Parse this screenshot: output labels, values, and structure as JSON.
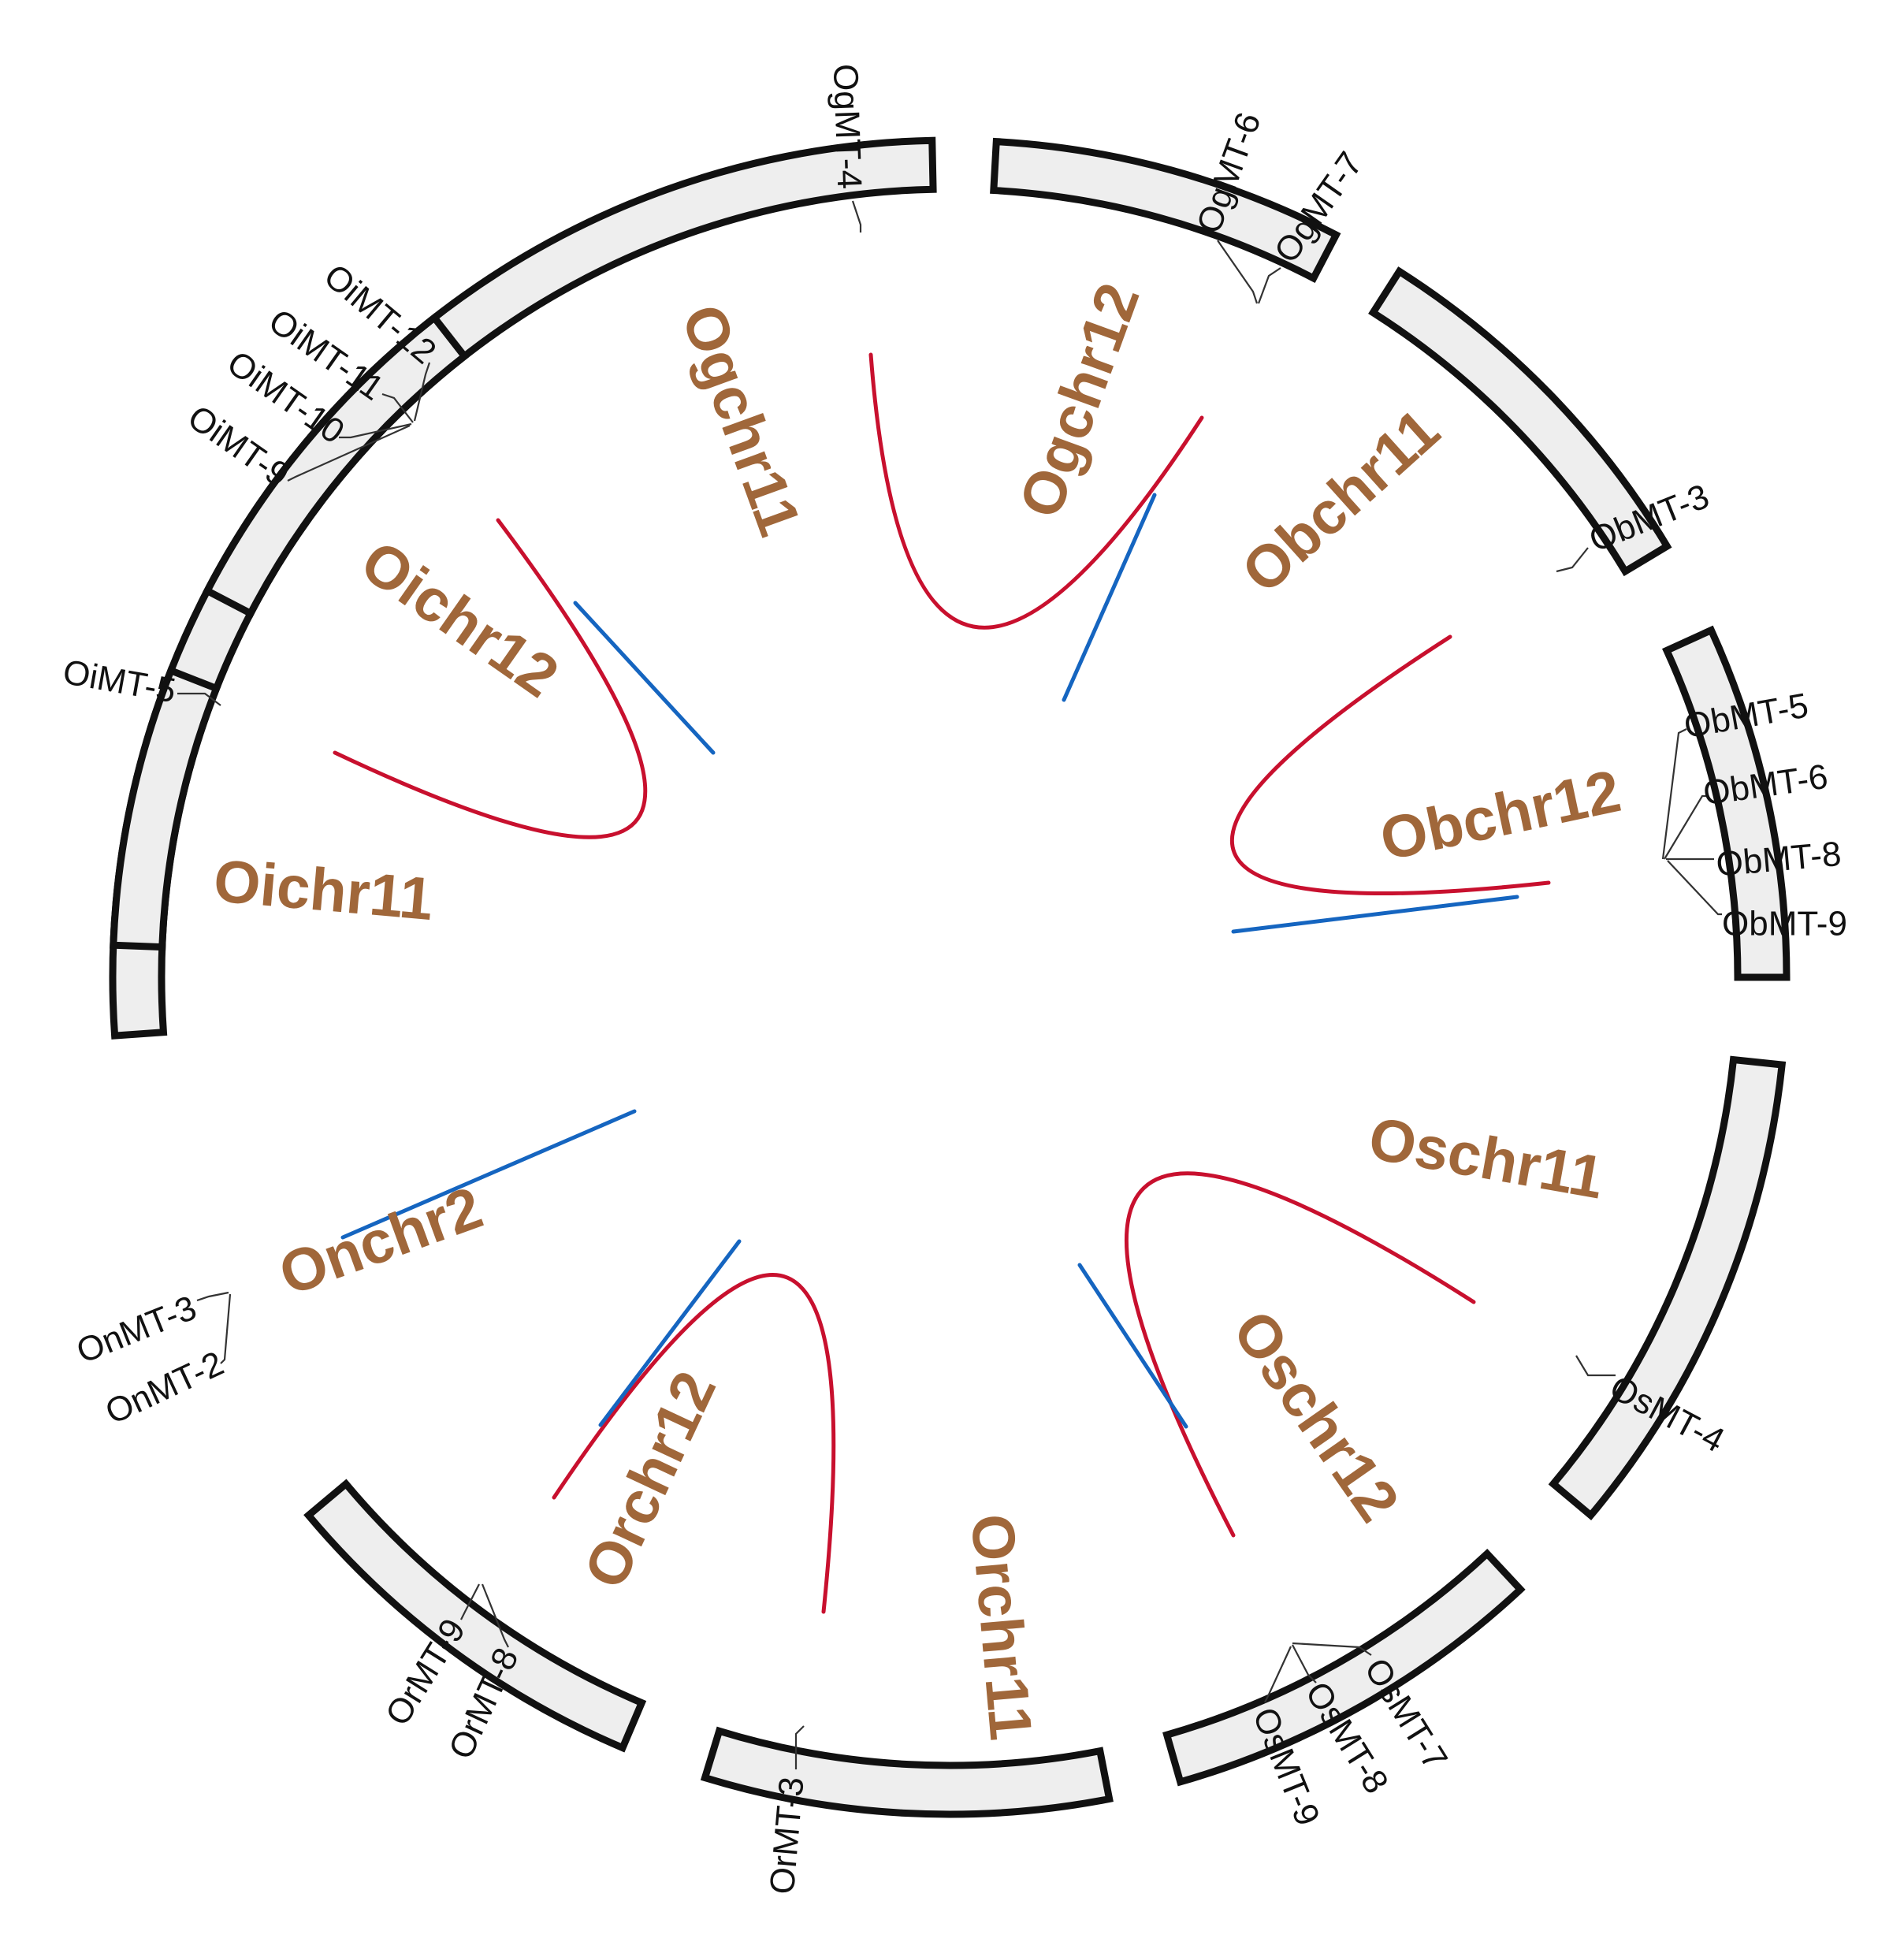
{
  "colors": {
    "segment_fill": "#eeeeee",
    "segment_stroke": "#111111",
    "chromosome_label": "#a0673a",
    "segmental_duplication": "#c8102e",
    "tandem_duplication": "#1565c0"
  },
  "chromosomes": [
    {
      "id": "Ogchr11",
      "label": "Ogchr11"
    },
    {
      "id": "Ogchr12",
      "label": "Ogchr12"
    },
    {
      "id": "Obchr11",
      "label": "Obchr11"
    },
    {
      "id": "Obchr12",
      "label": "Obchr12"
    },
    {
      "id": "Oschr11",
      "label": "Oschr11"
    },
    {
      "id": "Oschr12",
      "label": "Oschr12"
    },
    {
      "id": "Orchr11",
      "label": "Orchr11"
    },
    {
      "id": "Orchr12",
      "label": "Orchr12"
    },
    {
      "id": "Onchr2",
      "label": "Onchr2"
    },
    {
      "id": "Oichr11",
      "label": "Oichr11"
    },
    {
      "id": "Oichr12",
      "label": "Oichr12"
    }
  ],
  "genes": [
    {
      "name": "OgMT-4",
      "chromosome": "Ogchr11"
    },
    {
      "name": "OgMT-6",
      "chromosome": "Ogchr12"
    },
    {
      "name": "OgMT-7",
      "chromosome": "Ogchr12"
    },
    {
      "name": "ObMT-3",
      "chromosome": "Obchr11"
    },
    {
      "name": "ObMT-5",
      "chromosome": "Obchr12"
    },
    {
      "name": "ObMT-6",
      "chromosome": "Obchr12"
    },
    {
      "name": "ObMT-8",
      "chromosome": "Obchr12"
    },
    {
      "name": "ObMT-9",
      "chromosome": "Obchr12"
    },
    {
      "name": "OsMT-4",
      "chromosome": "Oschr11"
    },
    {
      "name": "OsMT-7",
      "chromosome": "Oschr12"
    },
    {
      "name": "OsMT-8",
      "chromosome": "Oschr12"
    },
    {
      "name": "OsMT-9",
      "chromosome": "Oschr12"
    },
    {
      "name": "OrMT-3",
      "chromosome": "Orchr11"
    },
    {
      "name": "OrMT-8",
      "chromosome": "Orchr12"
    },
    {
      "name": "OrMT-9",
      "chromosome": "Orchr12"
    },
    {
      "name": "OnMT-3",
      "chromosome": "Onchr2"
    },
    {
      "name": "OnMT-2",
      "chromosome": "Onchr2"
    },
    {
      "name": "OiMT-5",
      "chromosome": "Oichr11"
    },
    {
      "name": "OiMT-9",
      "chromosome": "Oichr12"
    },
    {
      "name": "OiMT-10",
      "chromosome": "Oichr12"
    },
    {
      "name": "OiMT-11",
      "chromosome": "Oichr12"
    },
    {
      "name": "OiMT-12",
      "chromosome": "Oichr12"
    }
  ],
  "links": [
    {
      "type": "segmental",
      "color_key": "segmental_duplication",
      "between": [
        "Ogchr11",
        "Ogchr12"
      ]
    },
    {
      "type": "tandem",
      "color_key": "tandem_duplication",
      "between": [
        "Ogchr12",
        "Ogchr12"
      ]
    },
    {
      "type": "segmental",
      "color_key": "segmental_duplication",
      "between": [
        "Obchr11",
        "Obchr12"
      ]
    },
    {
      "type": "tandem",
      "color_key": "tandem_duplication",
      "between": [
        "Obchr12",
        "Obchr12"
      ]
    },
    {
      "type": "segmental",
      "color_key": "segmental_duplication",
      "between": [
        "Oschr11",
        "Oschr12"
      ]
    },
    {
      "type": "tandem",
      "color_key": "tandem_duplication",
      "between": [
        "Oschr12",
        "Oschr12"
      ]
    },
    {
      "type": "segmental",
      "color_key": "segmental_duplication",
      "between": [
        "Orchr11",
        "Orchr12"
      ]
    },
    {
      "type": "tandem",
      "color_key": "tandem_duplication",
      "between": [
        "Orchr12",
        "Orchr12"
      ]
    },
    {
      "type": "tandem",
      "color_key": "tandem_duplication",
      "between": [
        "Onchr2",
        "Onchr2"
      ]
    },
    {
      "type": "segmental",
      "color_key": "segmental_duplication",
      "between": [
        "Oichr11",
        "Oichr12"
      ]
    },
    {
      "type": "tandem",
      "color_key": "tandem_duplication",
      "between": [
        "Oichr12",
        "Oichr12"
      ]
    }
  ]
}
